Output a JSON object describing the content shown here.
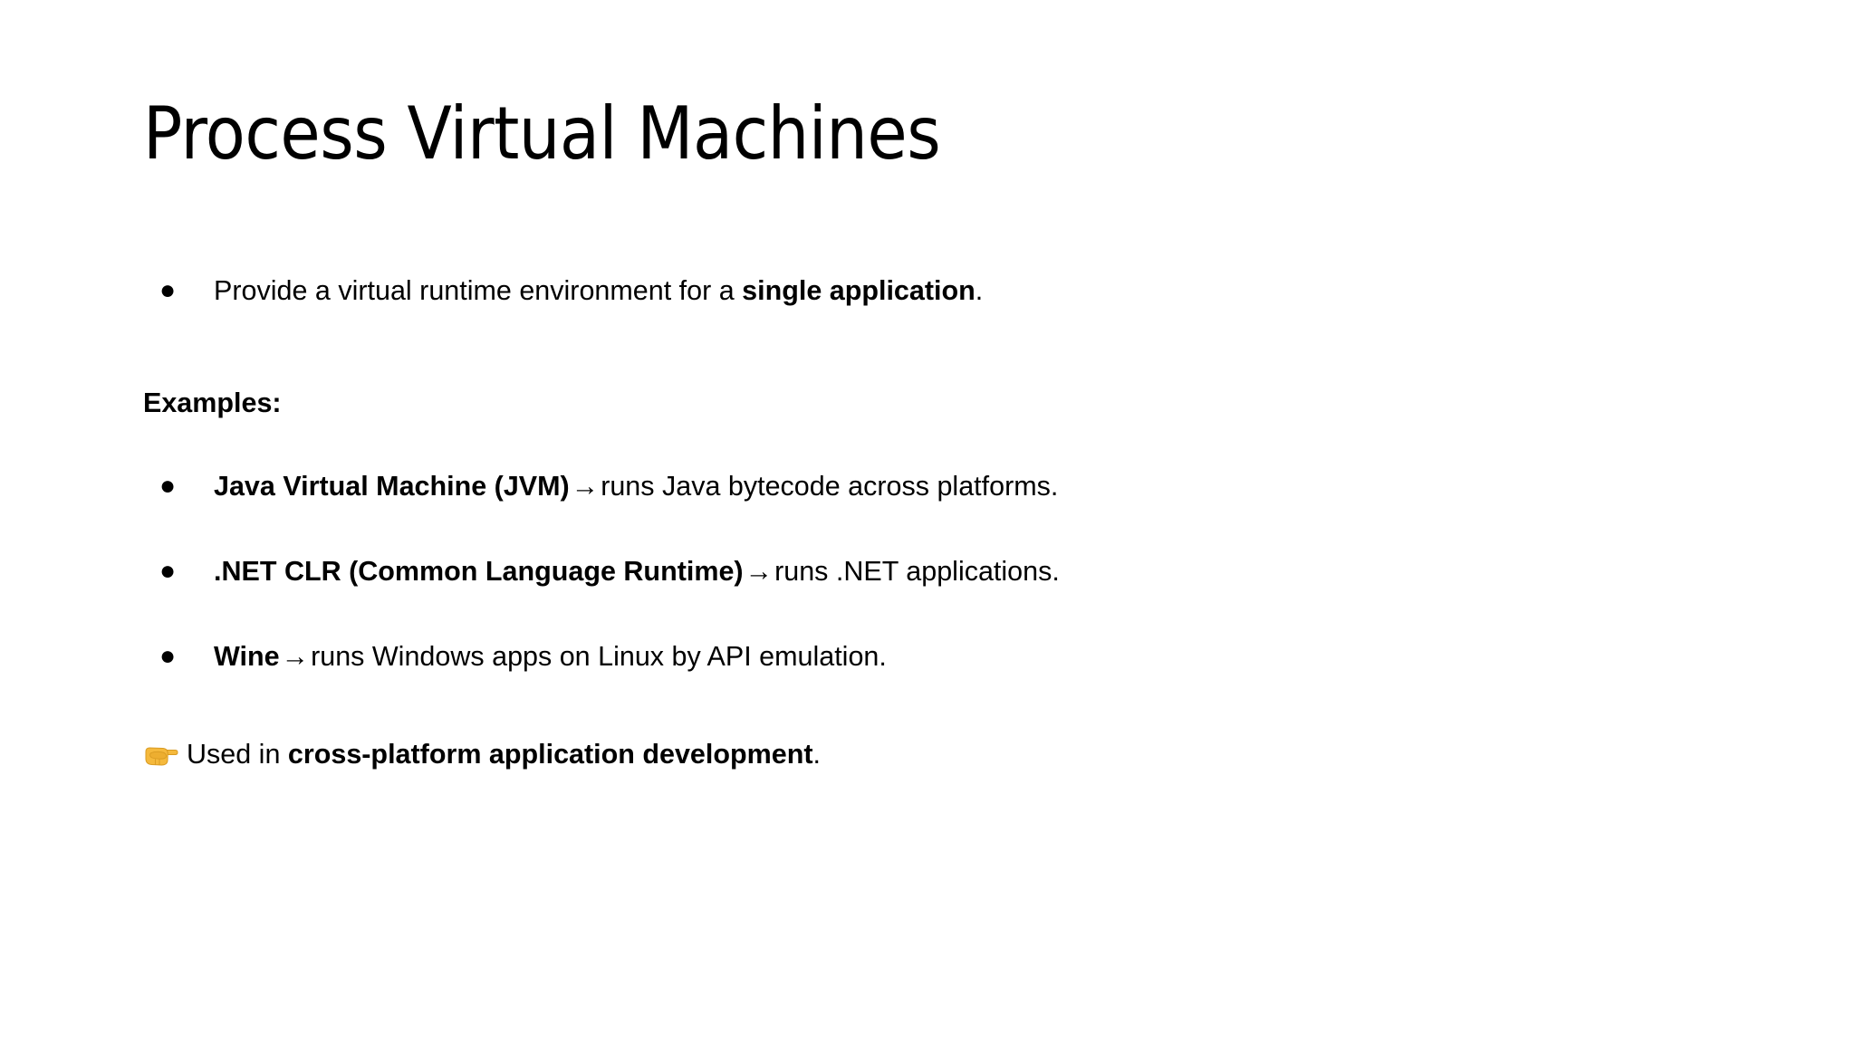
{
  "slide": {
    "title": "Process Virtual Machines",
    "background_color": "#ffffff",
    "text_color": "#000000"
  },
  "intro_bullet": {
    "marker": "●",
    "text_before": "Provide a virtual runtime environment for a ",
    "text_bold": "single application",
    "text_after": "."
  },
  "examples": {
    "heading": "Examples:",
    "items": [
      {
        "marker": "●",
        "term": "Java Virtual Machine (JVM)",
        "arrow": "→",
        "description": "runs Java bytecode across platforms."
      },
      {
        "marker": "●",
        "term": ".NET CLR (Common Language Runtime)",
        "arrow": "→",
        "description": "runs .NET applications."
      },
      {
        "marker": "●",
        "term": "Wine",
        "arrow": "→",
        "description": "runs Windows apps on Linux by API emulation."
      }
    ]
  },
  "conclusion": {
    "emoji_name": "pointing-right-hand-icon",
    "emoji_color": "#F5B93C",
    "emoji_shadow_color": "#D99B22",
    "text_before": "Used in ",
    "text_bold": "cross-platform application development",
    "text_after": "."
  }
}
